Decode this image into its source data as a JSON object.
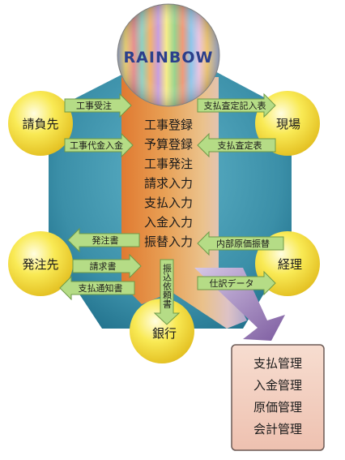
{
  "logo": {
    "text": "RAINBOW"
  },
  "nodes": {
    "client": "請負先",
    "site": "現場",
    "subcontractor": "発注先",
    "accounting": "経理",
    "bank": "銀行"
  },
  "center_functions": [
    "工事登録",
    "予算登録",
    "工事発注",
    "請求入力",
    "支払入力",
    "入金入力",
    "振替入力"
  ],
  "flows": {
    "construction_order": "工事受注",
    "construction_payment": "工事代金入金",
    "payment_assessment_entry": "支払査定記入表",
    "payment_assessment": "支払査定表",
    "purchase_order": "発注書",
    "invoice": "請求書",
    "payment_notice": "支払通知書",
    "internal_cost_transfer": "内部原価振替",
    "journal_data": "仕訳データ",
    "transfer_request": "振込依頼書"
  },
  "outputs": [
    "支払管理",
    "入金管理",
    "原価管理",
    "会計管理"
  ],
  "colors": {
    "hexagon": "#3b8fa8",
    "node_fill": "#f7e43a",
    "arrow_fill": "#b5dc86",
    "output_fill": "#f2cfc0",
    "output_arrow": "#8c6da8"
  }
}
